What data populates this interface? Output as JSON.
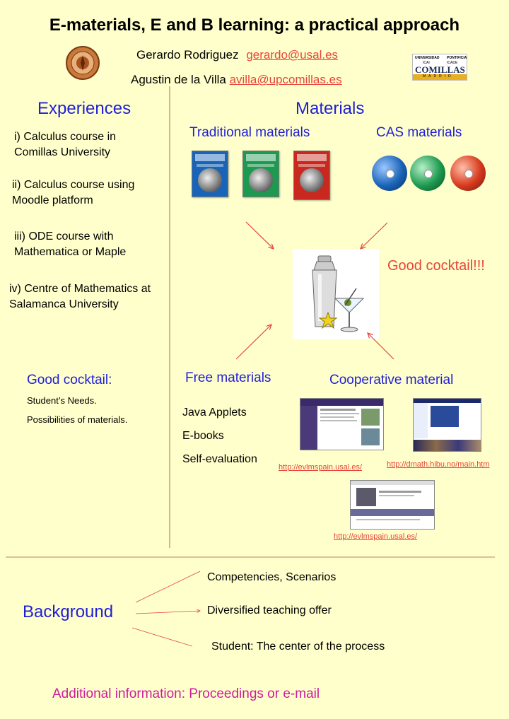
{
  "header": {
    "title": "E-materials, E and B learning: a practical approach",
    "author1_name": "Gerardo Rodriguez",
    "author1_email": "gerardo@usal.es",
    "author2_name": "Agustin de la Villa",
    "author2_email": "avilla@upcomillas.es",
    "logo_left_icon": "university-seal-icon",
    "logo_right": {
      "top_left": "UNIVERSIDAD",
      "top_right": "PONTIFICIA",
      "mid_left": "ICAI",
      "mid_right": "ICADE",
      "name": "COMILLAS",
      "bottom": "MADRID"
    }
  },
  "experiences": {
    "heading": "Experiences",
    "items": [
      "i) Calculus course in Comillas University",
      "ii) Calculus course using Moodle platform",
      "iii) ODE course with Mathematica or Maple",
      "iv) Centre of Mathematics at Salamanca University"
    ]
  },
  "materials": {
    "heading": "Materials",
    "traditional": "Traditional materials",
    "cas": "CAS materials",
    "good_cocktail": "Good cocktail!!!",
    "cocktail_icon": "cocktail-shaker-icon",
    "free": {
      "heading": "Free materials",
      "items": [
        "Java Applets",
        "E-books",
        "Self-evaluation"
      ]
    },
    "cooperative": {
      "heading": "Cooperative material",
      "links": [
        "http://evlmspain.usal.es/",
        "http://dmath.hibu.no/main.htm",
        "http://evlmspain.usal.es/"
      ]
    },
    "book_colors": [
      "#1a64b8",
      "#1e9a50",
      "#c8281e"
    ],
    "cd_colors": [
      "#1a64b8",
      "#1e9a50",
      "#d83a1e"
    ]
  },
  "good_cocktail_box": {
    "heading": "Good cocktail:",
    "items": [
      "Student’s Needs.",
      "Possibilities of  materials."
    ]
  },
  "background": {
    "label": "Background",
    "points": [
      "Competencies, Scenarios",
      "Diversified teaching offer",
      "Student: The center of the process"
    ]
  },
  "footer": "Additional information: Proceedings or e-mail",
  "colors": {
    "background": "#ffffcc",
    "heading_blue": "#1f1fd6",
    "accent_red": "#e8443a",
    "footer_magenta": "#cc1d9c"
  }
}
